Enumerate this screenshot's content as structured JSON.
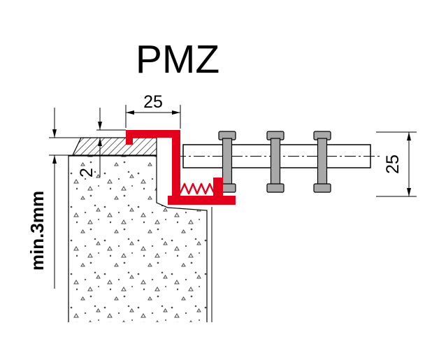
{
  "title": "PMZ",
  "dimensions": {
    "top_width": "25",
    "insert_height": "25",
    "edge_gap": "2",
    "min_depth": "min.3mm"
  },
  "colors": {
    "profile": "#e2001a",
    "insert": "#a8a8a8",
    "line": "#000000",
    "background": "#ffffff"
  }
}
